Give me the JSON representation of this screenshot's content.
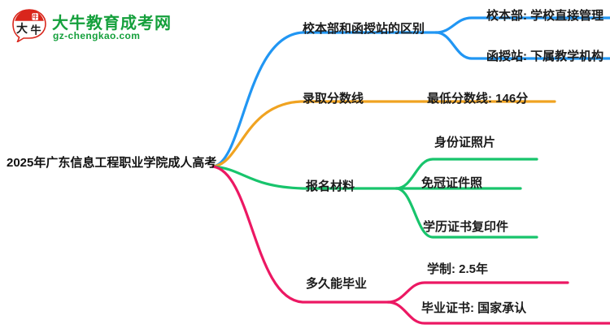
{
  "logo": {
    "name_cn": "大牛教育成考网",
    "domain": "gz-chengkao.com",
    "mark_text": "大牛",
    "color_green": "#15a03c",
    "color_red": "#d9261c"
  },
  "mindmap": {
    "root": {
      "label": "2025年广东信息工程职业学院成人高考"
    },
    "branches": [
      {
        "label": "校本部和函授站的区别",
        "color": "#2196f3",
        "children": [
          {
            "label": "校本部: 学校直接管理"
          },
          {
            "label": "函授站: 下属教学机构"
          }
        ]
      },
      {
        "label": "录取分数线",
        "color": "#f0a321",
        "children": [
          {
            "label": "最低分数线: 146分"
          }
        ]
      },
      {
        "label": "报名材料",
        "color": "#18c46c",
        "children": [
          {
            "label": "身份证照片"
          },
          {
            "label": "免冠证件照"
          },
          {
            "label": "学历证书复印件"
          }
        ]
      },
      {
        "label": "多久能毕业",
        "color": "#ec1863",
        "children": [
          {
            "label": "学制: 2.5年"
          },
          {
            "label": "毕业证书: 国家承认"
          }
        ]
      }
    ]
  }
}
